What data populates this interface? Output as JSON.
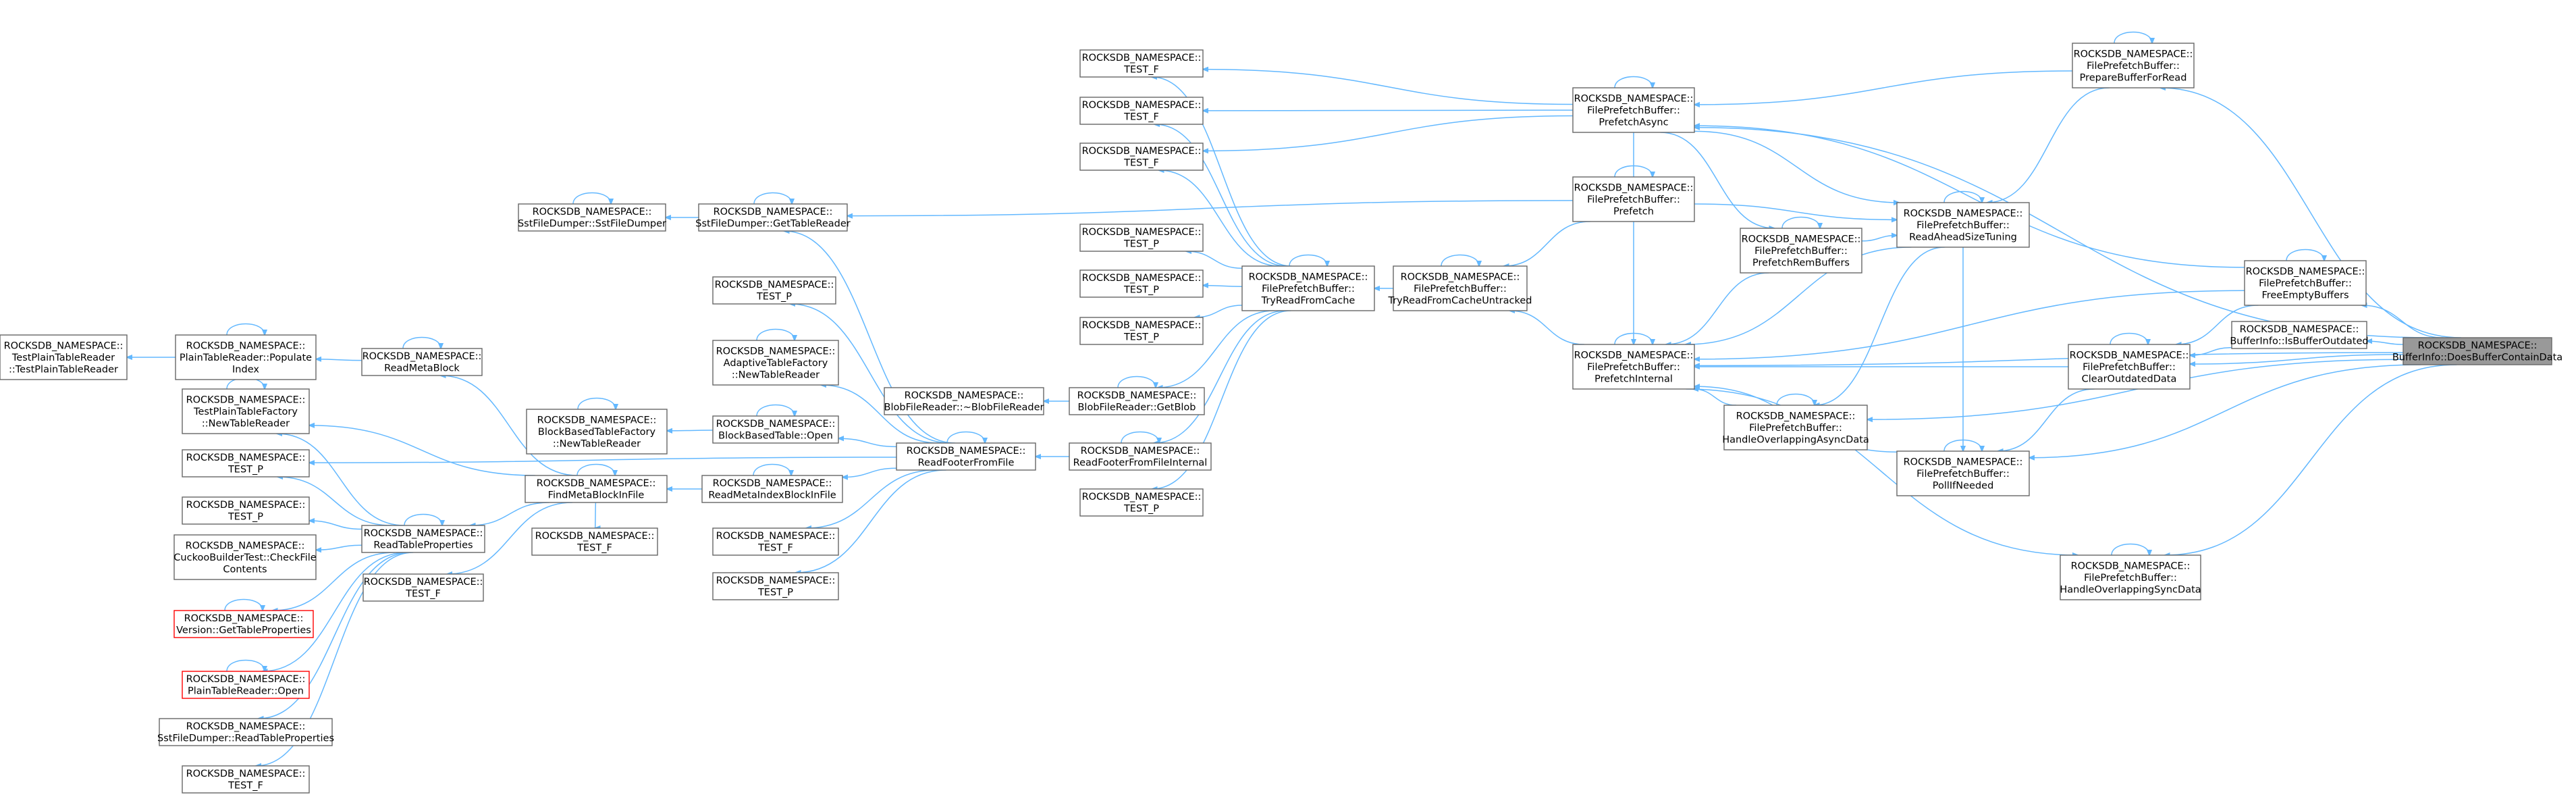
{
  "nodes": [
    {
      "id": "root",
      "lines": [
        "ROCKSDB_NAMESPACE::",
        "BufferInfo::DoesBufferContainData"
      ],
      "root": true
    },
    {
      "id": "prep",
      "lines": [
        "ROCKSDB_NAMESPACE::",
        "FilePrefetchBuffer::",
        "PrepareBufferForRead"
      ]
    },
    {
      "id": "pasync",
      "lines": [
        "ROCKSDB_NAMESPACE::",
        "FilePrefetchBuffer::",
        "PrefetchAsync"
      ]
    },
    {
      "id": "tf1",
      "lines": [
        "ROCKSDB_NAMESPACE::",
        "TEST_F"
      ]
    },
    {
      "id": "tf2",
      "lines": [
        "ROCKSDB_NAMESPACE::",
        "TEST_F"
      ]
    },
    {
      "id": "tf3",
      "lines": [
        "ROCKSDB_NAMESPACE::",
        "TEST_F"
      ]
    },
    {
      "id": "prefetch",
      "lines": [
        "ROCKSDB_NAMESPACE::",
        "FilePrefetchBuffer::",
        "Prefetch"
      ]
    },
    {
      "id": "sfdumper",
      "lines": [
        "ROCKSDB_NAMESPACE::",
        "SstFileDumper::SstFileDumper"
      ]
    },
    {
      "id": "gettable",
      "lines": [
        "ROCKSDB_NAMESPACE::",
        "SstFileDumper::GetTableReader"
      ]
    },
    {
      "id": "prem",
      "lines": [
        "ROCKSDB_NAMESPACE::",
        "FilePrefetchBuffer::",
        "PrefetchRemBuffers"
      ]
    },
    {
      "id": "readahead",
      "lines": [
        "ROCKSDB_NAMESPACE::",
        "FilePrefetchBuffer::",
        "ReadAheadSizeTuning"
      ]
    },
    {
      "id": "tp1",
      "lines": [
        "ROCKSDB_NAMESPACE::",
        "TEST_P"
      ]
    },
    {
      "id": "tryread",
      "lines": [
        "ROCKSDB_NAMESPACE::",
        "FilePrefetchBuffer::",
        "TryReadFromCache"
      ]
    },
    {
      "id": "tryreadun",
      "lines": [
        "ROCKSDB_NAMESPACE::",
        "FilePrefetchBuffer::",
        "TryReadFromCacheUntracked"
      ]
    },
    {
      "id": "tp2",
      "lines": [
        "ROCKSDB_NAMESPACE::",
        "TEST_P"
      ]
    },
    {
      "id": "freeempty",
      "lines": [
        "ROCKSDB_NAMESPACE::",
        "FilePrefetchBuffer::",
        "FreeEmptyBuffers"
      ]
    },
    {
      "id": "tp3",
      "lines": [
        "ROCKSDB_NAMESPACE::",
        "TEST_P"
      ]
    },
    {
      "id": "isoutdated",
      "lines": [
        "ROCKSDB_NAMESPACE::",
        "BufferInfo::IsBufferOutdated"
      ]
    },
    {
      "id": "testplain",
      "lines": [
        "ROCKSDB_NAMESPACE::",
        "TestPlainTableReader",
        "::TestPlainTableReader"
      ]
    },
    {
      "id": "populate",
      "lines": [
        "ROCKSDB_NAMESPACE::",
        "PlainTableReader::Populate",
        "Index"
      ]
    },
    {
      "id": "readmeta",
      "lines": [
        "ROCKSDB_NAMESPACE::",
        "ReadMetaBlock"
      ]
    },
    {
      "id": "tp4",
      "lines": [
        "ROCKSDB_NAMESPACE::",
        "TEST_P"
      ]
    },
    {
      "id": "adaptive",
      "lines": [
        "ROCKSDB_NAMESPACE::",
        "AdaptiveTableFactory",
        "::NewTableReader"
      ]
    },
    {
      "id": "pinternal",
      "lines": [
        "ROCKSDB_NAMESPACE::",
        "FilePrefetchBuffer::",
        "PrefetchInternal"
      ]
    },
    {
      "id": "clearout",
      "lines": [
        "ROCKSDB_NAMESPACE::",
        "FilePrefetchBuffer::",
        "ClearOutdatedData"
      ]
    },
    {
      "id": "tpfactory",
      "lines": [
        "ROCKSDB_NAMESPACE::",
        "TestPlainTableFactory",
        "::NewTableReader"
      ]
    },
    {
      "id": "blobdtor",
      "lines": [
        "ROCKSDB_NAMESPACE::",
        "BlobFileReader::~BlobFileReader"
      ]
    },
    {
      "id": "getblob",
      "lines": [
        "ROCKSDB_NAMESPACE::",
        "BlobFileReader::GetBlob"
      ]
    },
    {
      "id": "bbfactory",
      "lines": [
        "ROCKSDB_NAMESPACE::",
        "BlockBasedTableFactory",
        "::NewTableReader"
      ]
    },
    {
      "id": "bbopen",
      "lines": [
        "ROCKSDB_NAMESPACE::",
        "BlockBasedTable::Open"
      ]
    },
    {
      "id": "hoasync",
      "lines": [
        "ROCKSDB_NAMESPACE::",
        "FilePrefetchBuffer::",
        "HandleOverlappingAsyncData"
      ]
    },
    {
      "id": "tp5",
      "lines": [
        "ROCKSDB_NAMESPACE::",
        "TEST_P"
      ]
    },
    {
      "id": "readfooter",
      "lines": [
        "ROCKSDB_NAMESPACE::",
        "ReadFooterFromFile"
      ]
    },
    {
      "id": "readfooterint",
      "lines": [
        "ROCKSDB_NAMESPACE::",
        "ReadFooterFromFileInternal"
      ]
    },
    {
      "id": "pollif",
      "lines": [
        "ROCKSDB_NAMESPACE::",
        "FilePrefetchBuffer::",
        "PollIfNeeded"
      ]
    },
    {
      "id": "findmeta",
      "lines": [
        "ROCKSDB_NAMESPACE::",
        "FindMetaBlockInFile"
      ]
    },
    {
      "id": "readmetaidx",
      "lines": [
        "ROCKSDB_NAMESPACE::",
        "ReadMetaIndexBlockInFile"
      ]
    },
    {
      "id": "tp6",
      "lines": [
        "ROCKSDB_NAMESPACE::",
        "TEST_P"
      ]
    },
    {
      "id": "tf4",
      "lines": [
        "ROCKSDB_NAMESPACE::",
        "TEST_F"
      ]
    },
    {
      "id": "cuckoo",
      "lines": [
        "ROCKSDB_NAMESPACE::",
        "CuckooBuilderTest::CheckFile",
        "Contents"
      ]
    },
    {
      "id": "readtp",
      "lines": [
        "ROCKSDB_NAMESPACE::",
        "ReadTableProperties"
      ]
    },
    {
      "id": "tf5",
      "lines": [
        "ROCKSDB_NAMESPACE::",
        "TEST_F"
      ]
    },
    {
      "id": "tp7",
      "lines": [
        "ROCKSDB_NAMESPACE::",
        "TEST_P"
      ]
    },
    {
      "id": "tf6",
      "lines": [
        "ROCKSDB_NAMESPACE::",
        "TEST_F"
      ]
    },
    {
      "id": "hosync",
      "lines": [
        "ROCKSDB_NAMESPACE::",
        "FilePrefetchBuffer::",
        "HandleOverlappingSyncData"
      ]
    },
    {
      "id": "tp8",
      "lines": [
        "ROCKSDB_NAMESPACE::",
        "TEST_P"
      ]
    },
    {
      "id": "versiongtp",
      "lines": [
        "ROCKSDB_NAMESPACE::",
        "Version::GetTableProperties"
      ],
      "red": true
    },
    {
      "id": "ptropen",
      "lines": [
        "ROCKSDB_NAMESPACE::",
        "PlainTableReader::Open"
      ],
      "red": true
    },
    {
      "id": "sfdumperrtp",
      "lines": [
        "ROCKSDB_NAMESPACE::",
        "SstFileDumper::ReadTableProperties"
      ]
    },
    {
      "id": "tf7",
      "lines": [
        "ROCKSDB_NAMESPACE::",
        "TEST_F"
      ]
    }
  ]
}
